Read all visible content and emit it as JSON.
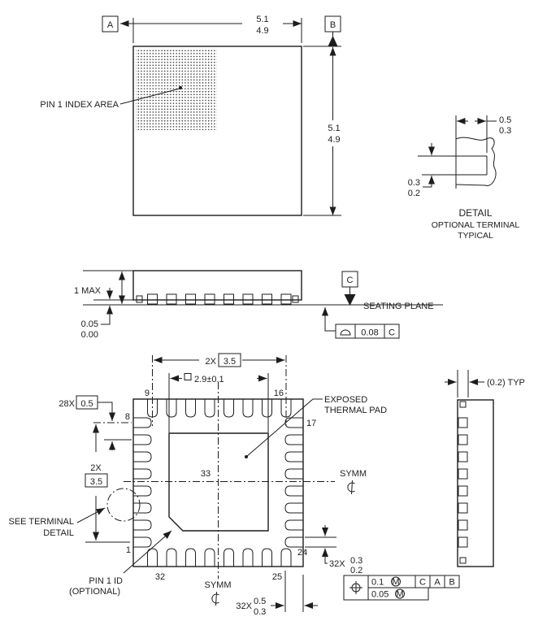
{
  "datums": {
    "a": "A",
    "b": "B",
    "c": "C"
  },
  "top_view": {
    "horizontal_dim": {
      "max": "5.1",
      "min": "4.9"
    },
    "vertical_dim": {
      "max": "5.1",
      "min": "4.9"
    },
    "pin1_index_label": "PIN 1 INDEX AREA"
  },
  "detail_view": {
    "width_dim": {
      "max": "0.5",
      "min": "0.3"
    },
    "thickness_dim": {
      "max": "0.3",
      "min": "0.2"
    },
    "caption": {
      "line1": "DETAIL",
      "line2": "OPTIONAL TERMINAL",
      "line3": "TYPICAL"
    }
  },
  "side_view": {
    "height_dim": "1 MAX",
    "standoff_dim": {
      "max": "0.05",
      "min": "0.00"
    },
    "seating_plane_label": "SEATING PLANE",
    "flatness_fcf": {
      "tolerance": "0.08",
      "datum": "C"
    }
  },
  "bottom_view": {
    "top_span_dim": {
      "count": "2X",
      "value": "3.5"
    },
    "pad_dim": {
      "value": "2.9±0.1"
    },
    "pitch_dim": {
      "count": "28X",
      "value": "0.5"
    },
    "left_span_dim": {
      "count": "2X",
      "value": "3.5"
    },
    "terminal_width_dim": {
      "count": "32X",
      "max": "0.3",
      "min": "0.2"
    },
    "terminal_length_dim": {
      "count": "32X",
      "max": "0.5",
      "min": "0.3"
    },
    "pins": {
      "pin1": "1",
      "pin8": "8",
      "pin9": "9",
      "pin16": "16",
      "pin17": "17",
      "pin24": "24",
      "pin25": "25",
      "pin32": "32",
      "thermal_pad": "33"
    },
    "labels": {
      "exposed_pad_line1": "EXPOSED",
      "exposed_pad_line2": "THERMAL PAD",
      "see_detail_line1": "SEE TERMINAL",
      "see_detail_line2": "DETAIL",
      "pin1_id_line1": "PIN 1 ID",
      "pin1_id_line2": "(OPTIONAL)",
      "symm_right": "SYMM",
      "symm_bottom": "SYMM"
    },
    "position_fcf": {
      "tolerance1": "0.1",
      "modifier1": "M",
      "datum1": "C",
      "datum2": "A",
      "datum3": "B",
      "tolerance2": "0.05",
      "modifier2": "M"
    }
  },
  "end_view": {
    "clearance_dim": "(0.2) TYP"
  },
  "colors": {
    "line": "#1d1d1d",
    "background": "#ffffff"
  }
}
